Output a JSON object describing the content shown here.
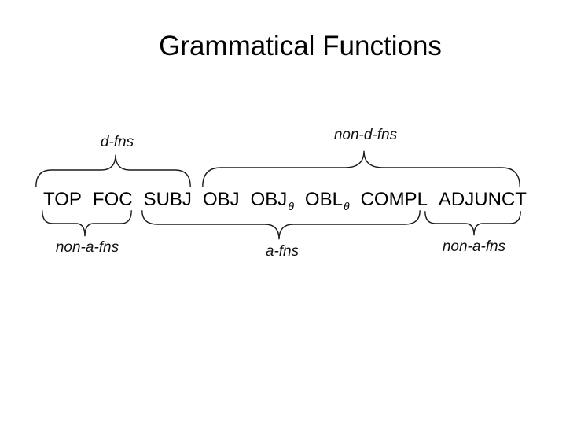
{
  "slide": {
    "title": "Grammatical Functions",
    "colors": {
      "text": "#000000",
      "background": "#ffffff",
      "line": "#1a1a1a"
    },
    "row": {
      "items": [
        {
          "text": "TOP"
        },
        {
          "text": "FOC"
        },
        {
          "text": "SUBJ"
        },
        {
          "text": "OBJ"
        },
        {
          "text": "OBJ",
          "sub": "θ"
        },
        {
          "text": "OBL",
          "sub": "θ"
        },
        {
          "text": "COMPL"
        },
        {
          "text": "ADJUNCT"
        }
      ]
    },
    "top_groups": [
      {
        "label": "d-fns"
      },
      {
        "label": "non-d-fns"
      }
    ],
    "bottom_groups": [
      {
        "label": "non-a-fns"
      },
      {
        "label": "a-fns"
      },
      {
        "label": "non-a-fns"
      }
    ]
  }
}
